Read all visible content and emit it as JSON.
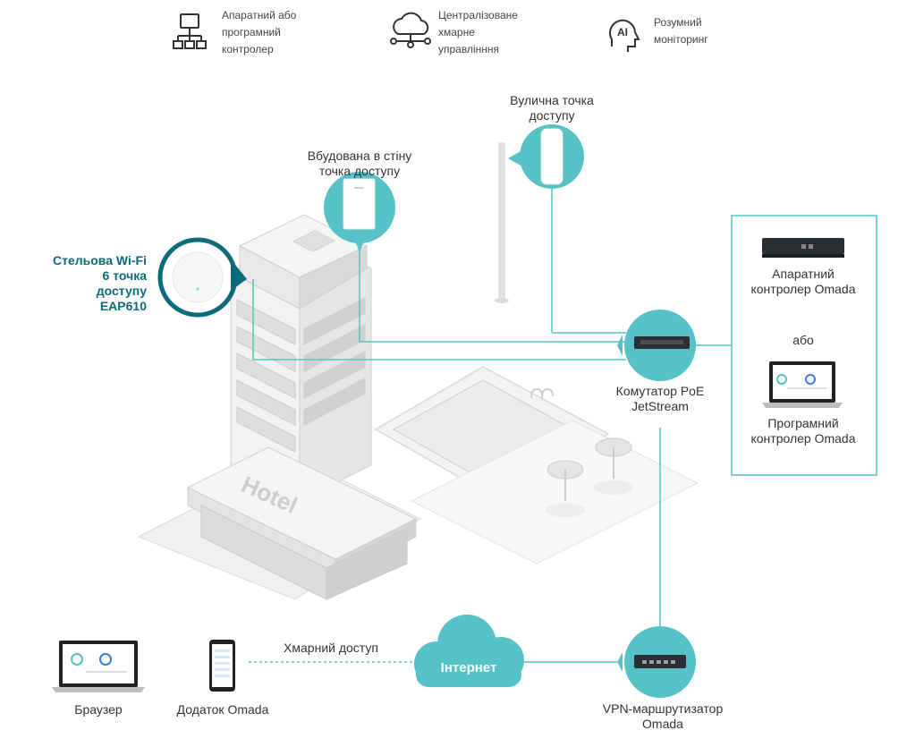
{
  "features": [
    {
      "icon": "hierarchy-network-icon",
      "line1": "Апаратний або",
      "line2": "програмний",
      "line3": "контролер"
    },
    {
      "icon": "cloud-network-icon",
      "line1": "Централізоване",
      "line2": "хмарне",
      "line3": "управлінння"
    },
    {
      "icon": "ai-head-icon",
      "line1": "Розумний",
      "line2": "моніторинг",
      "line3": ""
    }
  ],
  "labels": {
    "street_ap": [
      "Вулична точка",
      "доступу"
    ],
    "wall_ap": [
      "Вбудована в стіну",
      "точка доступу"
    ],
    "ceiling_ap": [
      "Стельова Wi-Fi",
      "6 точка",
      "доступу",
      "EAP610"
    ],
    "poe_switch": [
      "Комутатор PoE",
      "JetStream"
    ],
    "hw_controller": [
      "Апаратний",
      "контролер Omada"
    ],
    "or": "або",
    "sw_controller": [
      "Програмний",
      "контролер Omada"
    ],
    "cloud_access": "Хмарний доступ",
    "internet": "Інтернет",
    "browser": "Браузер",
    "app": "Додаток Omada",
    "vpn_router": [
      "VPN-маршрутизатор",
      "Omada"
    ],
    "hotel_sign": "Hotel"
  },
  "colors": {
    "teal": "#56c1c6",
    "teal_dark": "#0a6b7a",
    "building": "#e9e9e9",
    "building_shade": "#d3d3d3",
    "device_dark": "#2b2f33"
  }
}
